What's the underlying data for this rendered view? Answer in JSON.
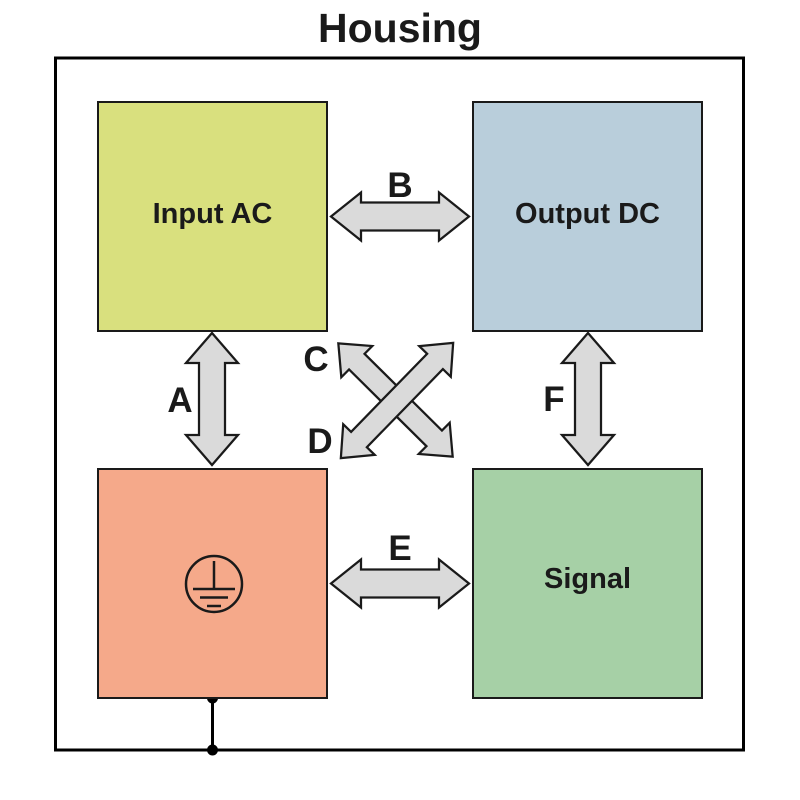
{
  "title": "Housing",
  "blocks": {
    "input_ac": {
      "label": "Input AC",
      "color": "#d9e07e"
    },
    "output_dc": {
      "label": "Output DC",
      "color": "#b9cedb"
    },
    "ground": {
      "icon": "protective-earth-ground-icon",
      "color": "#f5a98a"
    },
    "signal": {
      "label": "Signal",
      "color": "#a6d0a6"
    }
  },
  "arrow_labels": {
    "a": "A",
    "b": "B",
    "c": "C",
    "d": "D",
    "e": "E",
    "f": "F"
  },
  "colors": {
    "arrow_fill": "#dadada",
    "arrow_stroke": "#1a1a1a",
    "housing_border": "#000000",
    "background": "#ffffff"
  }
}
